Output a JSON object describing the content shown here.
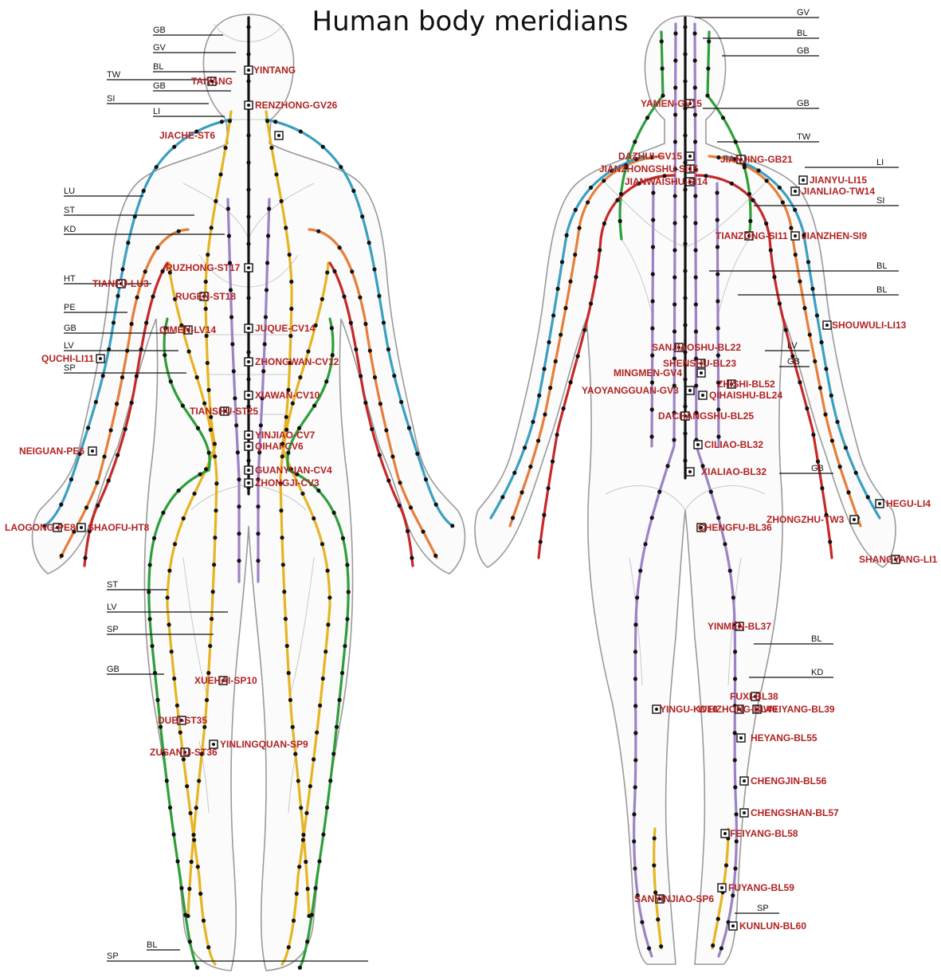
{
  "title": "Human body meridians",
  "colors": {
    "GV": "#111111",
    "CV": "#111111",
    "LU": "#3a9fc0",
    "LI": "#c62828",
    "ST": "#e6b422",
    "SP": "#e6b422",
    "HT": "#c62828",
    "SI": "#c62828",
    "BL": "#9c82c4",
    "KD": "#9c82c4",
    "PE": "#e67e3a",
    "TW": "#e67e3a",
    "GB": "#2e9e3a",
    "LV": "#2e9e3a",
    "point": "#b22222",
    "outline": "#9a9a9a"
  },
  "front": {
    "meridian_labels": [
      "GB",
      "GV",
      "BL",
      "TW",
      "GB",
      "SI",
      "LI",
      "LU",
      "ST",
      "KD",
      "HT",
      "PE",
      "GB",
      "LV",
      "SP",
      "ST",
      "LV",
      "SP",
      "GB",
      "BL",
      "SP"
    ],
    "points": [
      "YINTANG",
      "TAIYANG",
      "RENZHONG-GV26",
      "JIACHE-ST6",
      "RUZHONG-ST17",
      "TIANFU-LU3",
      "RUGEN-ST18",
      "QIMEN-LV14",
      "JUQUE-CV14",
      "QUCHI-LI11",
      "ZHONGWAN-CV12",
      "XIAWAN-CV10",
      "TIANSHU-ST25",
      "YINJIAO-CV7",
      "QIHAI-CV6",
      "NEIGUAN-PE6",
      "GUANYUAN-CV4",
      "ZHONGJI-CV3",
      "LAOGONG-PE8",
      "SHAOFU-HT8",
      "XUEHAI-SP10",
      "DUBI-ST35",
      "YINLINGQUAN-SP9",
      "ZUSANLI-ST36"
    ]
  },
  "back": {
    "meridian_labels": [
      "GV",
      "BL",
      "GB",
      "GB",
      "TW",
      "LI",
      "SI",
      "BL",
      "BL",
      "LV",
      "GB",
      "GB",
      "BL",
      "KD",
      "SP"
    ],
    "points": [
      "YAMEN-GV15",
      "JIANJING-GB21",
      "DAZHUI-GV15",
      "JIANZHONGSHU-SI15",
      "JIANYU-LI15",
      "JIANWAISHU-SI14",
      "JIANLIAO-TW14",
      "JIANZHEN-SI9",
      "TIANZONG-SI11",
      "SHOUWULI-LI13",
      "SANJIAOSHU-BL22",
      "SHENSHU-BL23",
      "MINGMEN-GV4",
      "ZHISHI-BL52",
      "YAOYANGGUAN-GV3",
      "QIHAISHU-BL24",
      "DACHANGSHU-BL25",
      "CILIAO-BL32",
      "XIALIAO-BL32",
      "HEGU-LI4",
      "ZHONGZHU-TW3",
      "SHANGYANG-LI1",
      "CHENGFU-BL36",
      "YINMEN-BL37",
      "FUXI-BL38",
      "WEIYANG-BL39",
      "YINGU-KD10",
      "WEIZHONG-BL40",
      "HEYANG-BL55",
      "CHENGJIN-BL56",
      "CHENGSHAN-BL57",
      "FEIYANG-BL58",
      "SANYINJIAO-SP6",
      "FUYANG-BL59",
      "KUNLUN-BL60"
    ]
  }
}
